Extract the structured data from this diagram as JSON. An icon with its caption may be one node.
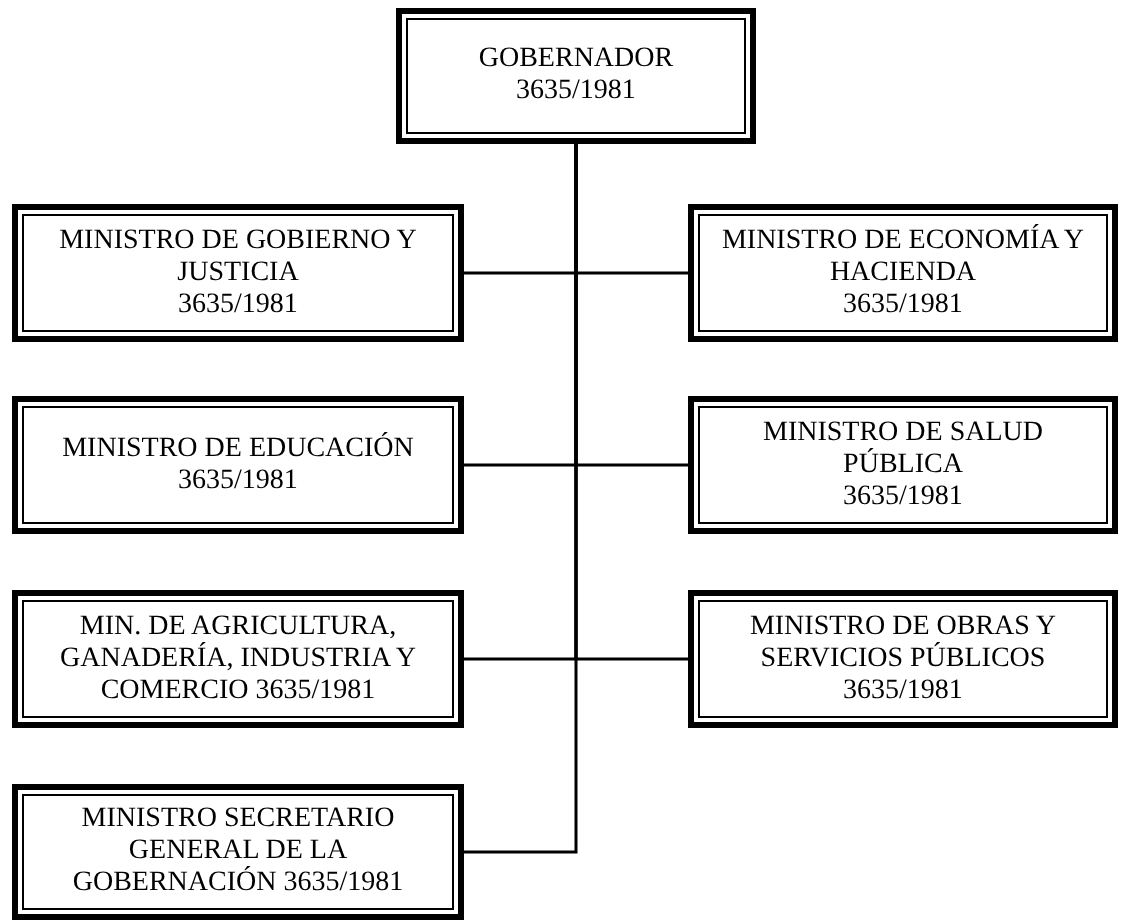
{
  "diagram": {
    "nodes": [
      {
        "text": [
          "GOBERNADOR",
          "3635/1981"
        ]
      },
      {
        "text": [
          "MINISTRO DE GOBIERNO Y JUSTICIA",
          "3635/1981"
        ]
      },
      {
        "text": [
          "MINISTRO DE ECONOMÍA Y HACIENDA",
          "3635/1981"
        ]
      },
      {
        "text": [
          "MINISTRO DE EDUCACIÓN",
          "3635/1981"
        ]
      },
      {
        "text": [
          "MINISTRO DE SALUD PÚBLICA",
          "3635/1981"
        ]
      },
      {
        "text": [
          "MIN. DE AGRICULTURA, GANADERÍA, INDUSTRIA Y COMERCIO 3635/1981"
        ]
      },
      {
        "text": [
          "MINISTRO DE OBRAS Y SERVICIOS PÚBLICOS",
          "3635/1981"
        ]
      },
      {
        "text": [
          "MINISTRO SECRETARIO GENERAL DE LA GOBERNACIÓN 3635/1981"
        ]
      }
    ],
    "edges": [
      {
        "from": 0,
        "to": 1,
        "arrow": "none"
      },
      {
        "from": 0,
        "to": 2,
        "arrow": "none"
      },
      {
        "from": 0,
        "to": 3,
        "arrow": "none"
      },
      {
        "from": 0,
        "to": 4,
        "arrow": "none"
      },
      {
        "from": 0,
        "to": 5,
        "arrow": "none"
      },
      {
        "from": 0,
        "to": 6,
        "arrow": "none"
      },
      {
        "from": 0,
        "to": 7,
        "arrow": "none"
      }
    ]
  }
}
